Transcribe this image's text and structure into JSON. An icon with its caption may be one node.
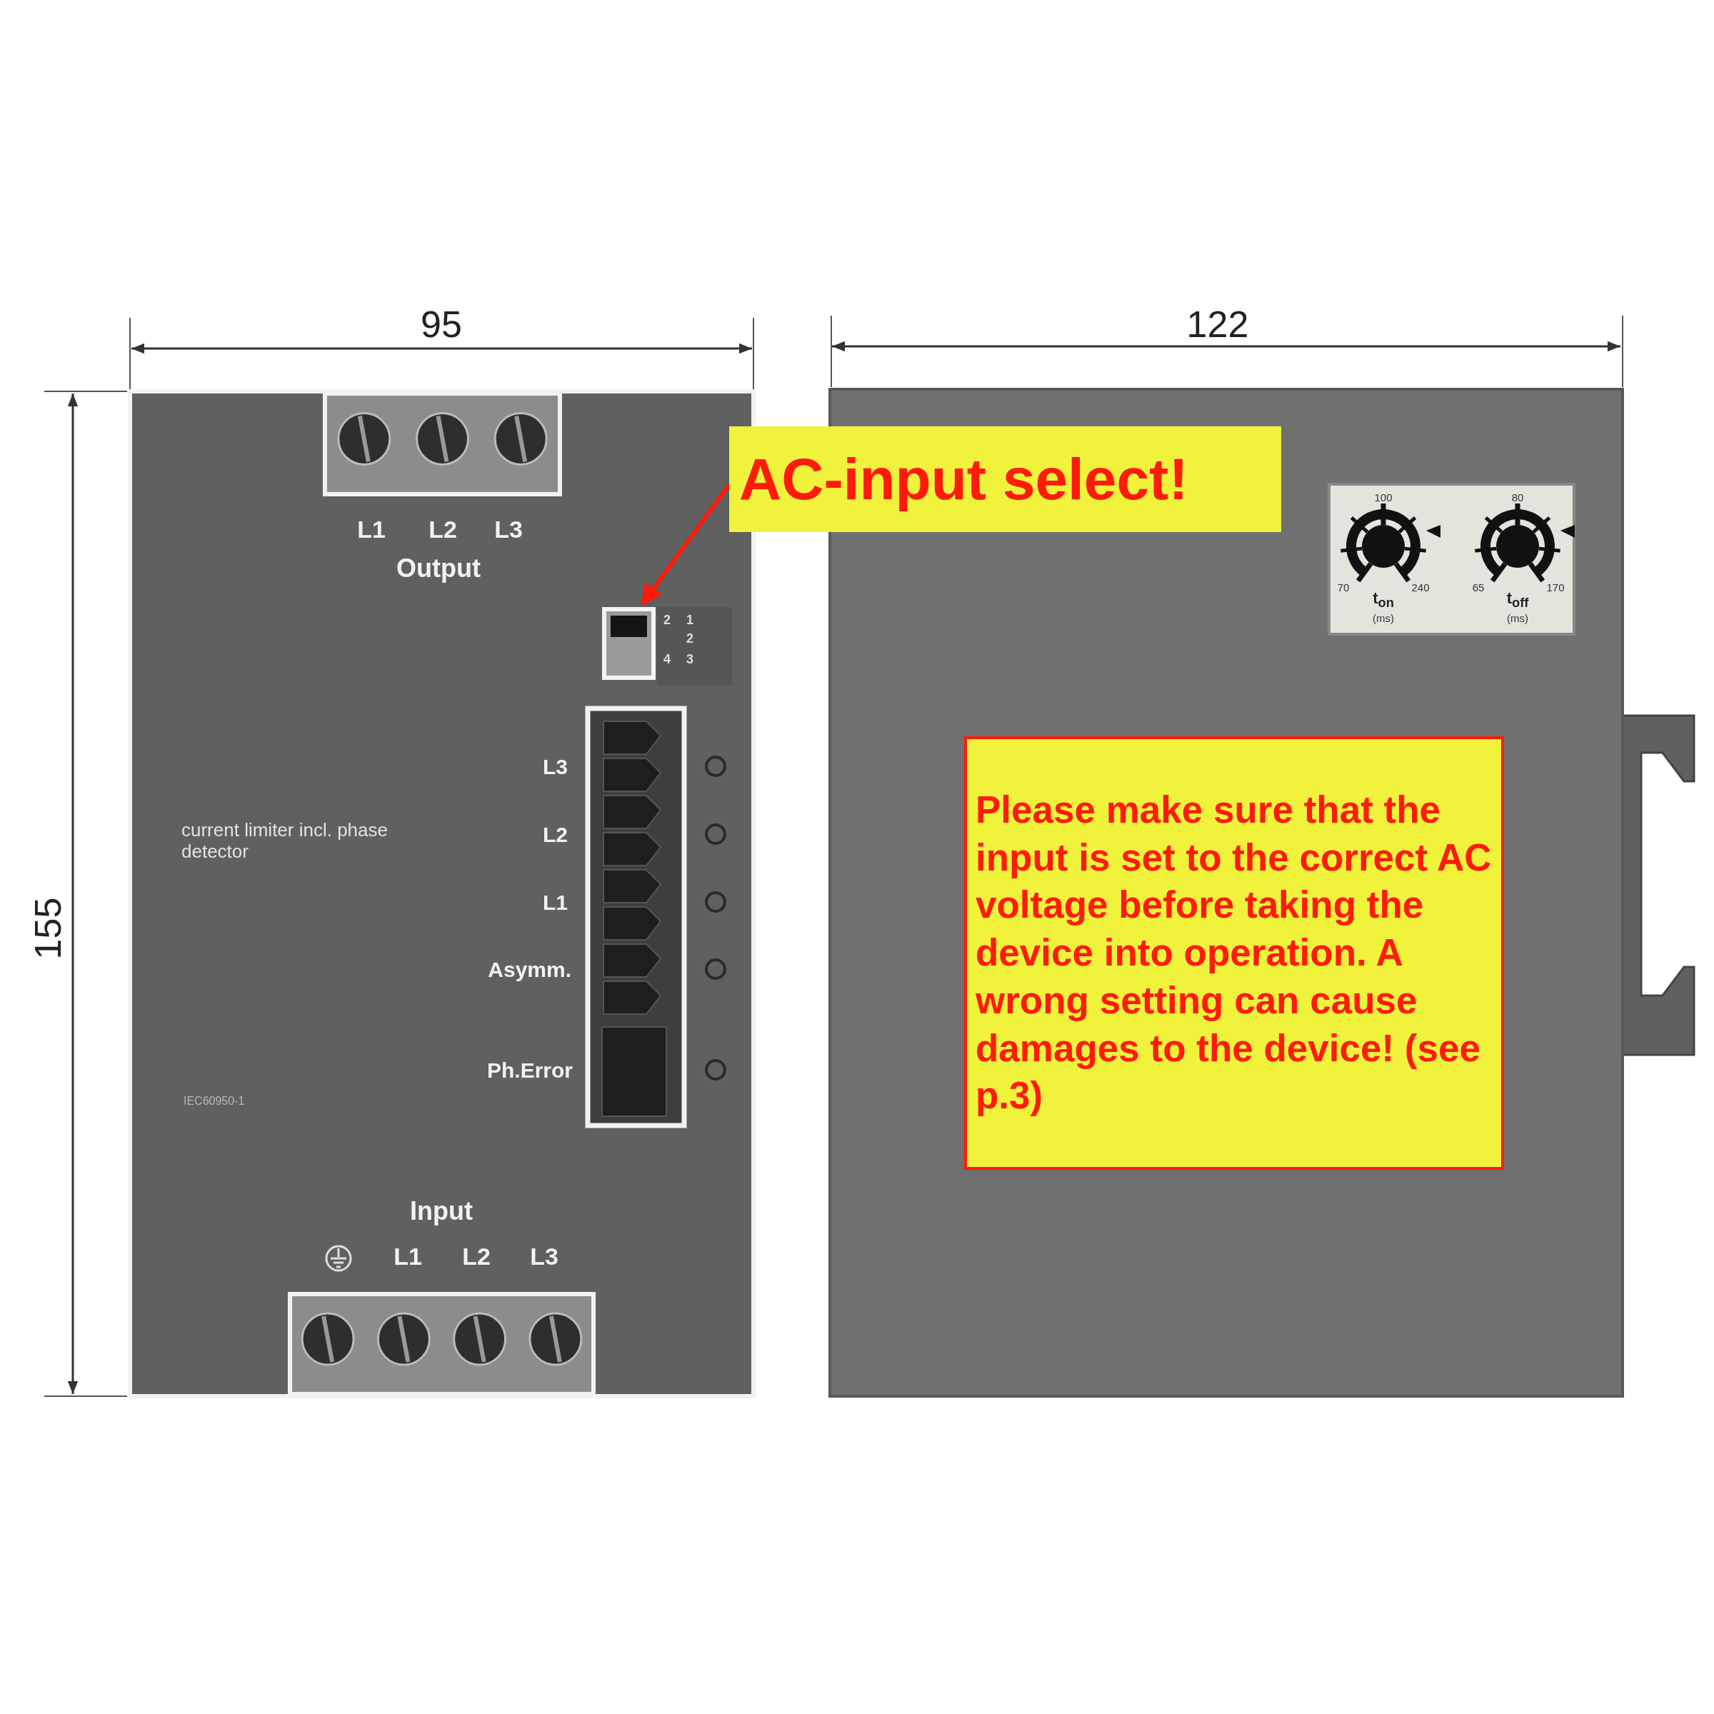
{
  "diagram": {
    "nodes": [
      {
        "text": [
          "AC-input select!"
        ]
      },
      {
        "text": [],
        "shape": "box"
      },
      {
        "text": [
          "Please make sure that the input is set to the correct AC voltage before taking the device into operation. A wrong setting can cause damages to the device! (see p.3)"
        ]
      }
    ],
    "edges": [
      {
        "from": 0,
        "to": 1,
        "arrow": "to"
      }
    ],
    "labels": [
      "95",
      "122",
      "155",
      "L1",
      "L2",
      "L3",
      "Output",
      "2",
      "4",
      "1",
      "2",
      "3",
      "L3",
      "L2",
      "L1",
      "Asymm.",
      "Ph.Error",
      "current limiter incl. phase detector",
      "IEC60950-1",
      "Input",
      "L1",
      "L2",
      "L3",
      "100",
      "70",
      "240",
      "t$_{on}$",
      "(ms)",
      "80",
      "65",
      "170",
      "t$_{off}$",
      "(ms)"
    ]
  }
}
